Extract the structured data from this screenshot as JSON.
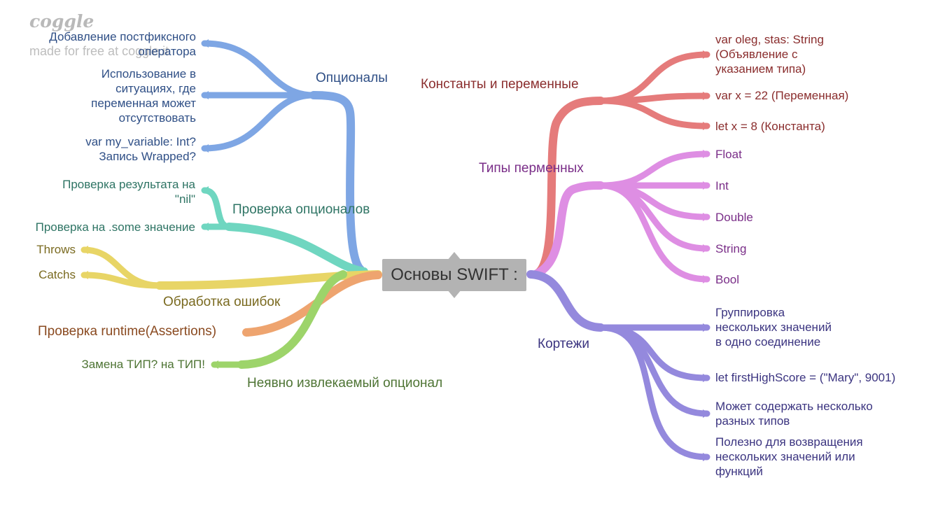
{
  "watermark": {
    "logo": "coggle",
    "subtitle": "made for free at coggle.it"
  },
  "root": {
    "label": "Основы SWIFT :"
  },
  "colors": {
    "optionals": "#7ea6e4",
    "checks": "#6fd6c0",
    "errors": "#e8d566",
    "runtime": "#eea46f",
    "implicit": "#9dd46a",
    "constants": "#e57b7b",
    "types": "#de8ee3",
    "tuples": "#9489dd"
  },
  "branches": {
    "optionals": {
      "label": "Опционалы",
      "leaves": [
        "Добавление постфиксного\nоператора",
        "Использование в\nситуациях, где\nпеременная может\nотсутствовать",
        "var my_variable: Int?\nЗапись Wrapped?"
      ]
    },
    "checks": {
      "label": "Проверка опционалов",
      "leaves": [
        "Проверка результата на\n\"nil\"",
        "Проверка на .some значение"
      ]
    },
    "errors": {
      "label": "Обработка ошибок",
      "leaves": [
        "Throws",
        "Catchs"
      ]
    },
    "runtime": {
      "label": "Проверка runtime(Assertions)"
    },
    "implicit": {
      "label": "Неявно извлекаемый опционал",
      "leaves": [
        "Замена ТИП? на ТИП!"
      ]
    },
    "constants": {
      "label": "Константы и переменные",
      "leaves": [
        "var oleg, stas: String\n(Объявление с\nуказанием типа)",
        "var x = 22 (Переменная)",
        "let x = 8 (Константа)"
      ]
    },
    "types": {
      "label": "Типы перменных",
      "leaves": [
        "Float",
        "Int",
        "Double",
        "String",
        "Bool"
      ]
    },
    "tuples": {
      "label": "Кортежи",
      "leaves": [
        "Группировка\nнескольких значений\nв одно соединение",
        "let firstHighScore = (\"Mary\", 9001)",
        "Может содержать несколько\nразных типов",
        "Полезно для возвращения\nнескольких значений или\nфункций"
      ]
    }
  }
}
